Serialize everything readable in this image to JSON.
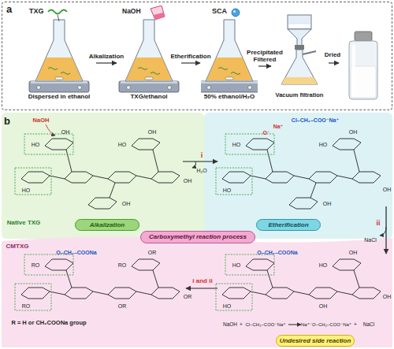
{
  "diagram": {
    "nodes": [
      {
        "text": [
          "a"
        ]
      },
      {
        "text": [
          "TXG",
          "Dispersed in ethanol"
        ],
        "in": 0
      },
      {
        "text": [
          "NaOH",
          "TXG/ethanol"
        ],
        "in": 0
      },
      {
        "text": [
          "SCA",
          "50% ethanol/H₂O"
        ],
        "in": 0
      },
      {
        "text": [
          "Vacuum filtration"
        ],
        "in": 0
      },
      {
        "text": [
          "Alkalization"
        ]
      },
      {
        "text": [
          "Etherification"
        ]
      },
      {
        "text": [
          "Carboxymethyl reaction process"
        ]
      },
      {
        "text": [
          "Undesired side reaction"
        ]
      }
    ],
    "edges": [
      {
        "from": 1,
        "to": 2,
        "arrow": "to",
        "label": "Alkalization"
      },
      {
        "from": 2,
        "to": 3,
        "arrow": "to",
        "label": "Etherification"
      },
      {
        "from": 3,
        "to": 4,
        "arrow": "to",
        "label": "Precipitated Filtered"
      }
    ],
    "labels": [
      "Dried",
      "b",
      "NaOH",
      "Native TXG",
      "HO",
      "OH",
      "OH",
      "HO",
      "HO",
      "OH",
      "OH",
      "i",
      "H₂O",
      "HO",
      "O⁻",
      "Na⁺",
      "Cl–CH₂–COO⁻Na⁺",
      "OH",
      "HO",
      "HO",
      "OH",
      "OH",
      "ii",
      "NaCl",
      "CMTXG",
      "HO",
      "O–CH₂–COONa",
      "OH",
      "HO",
      "HO",
      "OH",
      "OH",
      "i and ii",
      "RO",
      "O–CH₂–COONa",
      "OR",
      "RO",
      "RO",
      "OR",
      "OR",
      "R = H or CH₂COONa group",
      "NaOH",
      "+",
      "Cl–CH₂–COO⁻Na⁺",
      "Na⁺⁻O–CH₂–COO⁻Na⁺",
      "+",
      "NaCl"
    ]
  }
}
